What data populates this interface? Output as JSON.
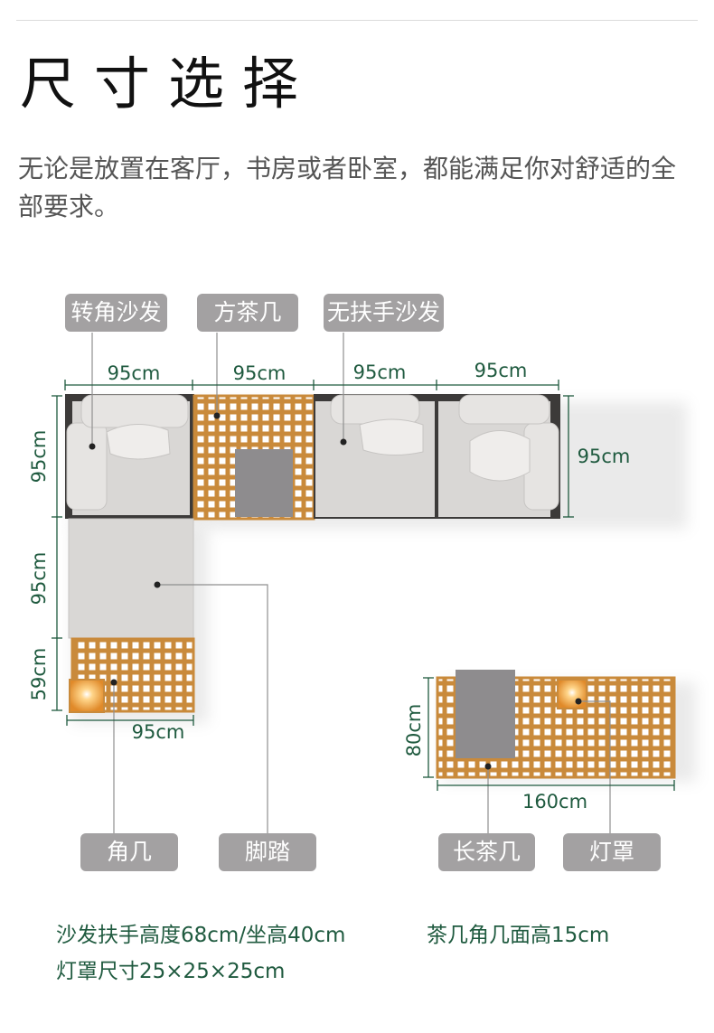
{
  "header": {
    "title": "尺寸选择",
    "description": "无论是放置在客厅，书房或者卧室，都能满足你对舒适的全部要求。"
  },
  "labels": {
    "corner_sofa": "转角沙发",
    "square_table": "方茶几",
    "armless_sofa": "无扶手沙发",
    "corner_table": "角几",
    "footstool": "脚踏",
    "long_table": "长茶几",
    "lampshade": "灯罩"
  },
  "dimensions": {
    "top_1": "95cm",
    "top_2": "95cm",
    "top_3": "95cm",
    "top_4": "95cm",
    "right_height": "95cm",
    "left_1": "95cm",
    "left_2": "95cm",
    "left_3": "59cm",
    "bottom_left": "95cm",
    "long_table_height": "80cm",
    "long_table_width": "160cm"
  },
  "notes": {
    "armrest": "沙发扶手高度68cm/坐高40cm",
    "table_height": "茶几角几面高15cm",
    "lamp_size": "灯罩尺寸25×25×25cm"
  },
  "colors": {
    "dim_line": "#1f5a3f",
    "wood": "#c98a3b",
    "cushion": "#d6d4d2",
    "tag_bg": "#a3a1a2",
    "glass": "#8e8c8e"
  }
}
